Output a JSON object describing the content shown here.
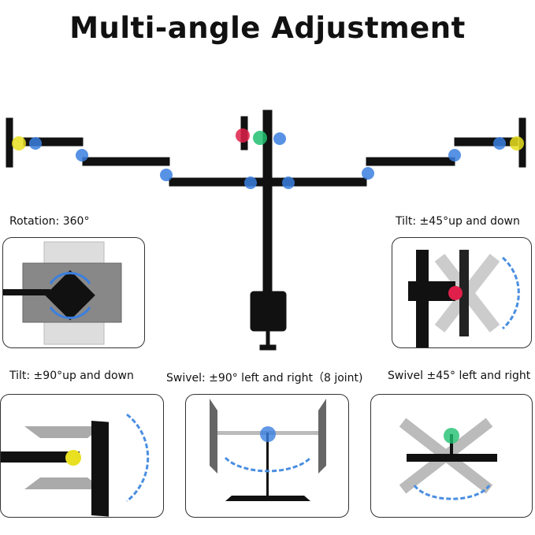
{
  "title": "Multi-angle Adjustment",
  "labels": {
    "rotation": "Rotation: 360°",
    "tilt45": "Tilt: ±45°up and down",
    "tilt90": "Tilt: ±90°up and down",
    "swivel90": "Swivel: ±90° left and right（8 joint)",
    "swivel45": "Swivel ±45° left and right"
  },
  "colors": {
    "joint_blue": "#3a7fe0",
    "joint_yellow": "#e8e020",
    "joint_red": "#e0204a",
    "joint_green": "#20c070",
    "arrow": "#4a8ee0"
  }
}
